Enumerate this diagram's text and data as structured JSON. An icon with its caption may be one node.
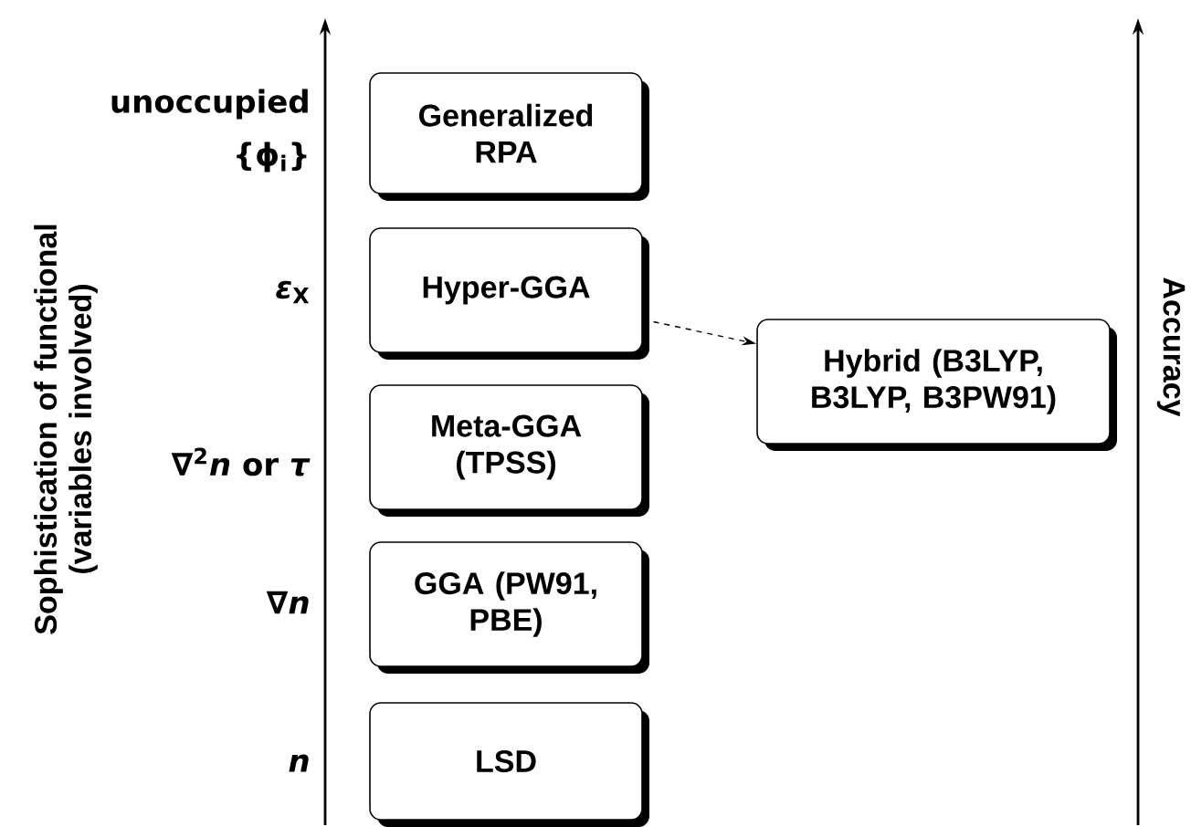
{
  "diagram": {
    "nodes": [
      {
        "text": [
          "Generalized RPA"
        ]
      },
      {
        "text": [
          "Hyper-GGA"
        ]
      },
      {
        "text": [
          "Meta-GGA (TPSS)"
        ]
      },
      {
        "text": [
          "GGA (PW91, PBE)"
        ]
      },
      {
        "text": [
          "LSD"
        ]
      },
      {
        "text": [
          "Hybrid (B3LYP, B3LYP, B3PW91)"
        ]
      }
    ],
    "edges": [
      {
        "from": 1,
        "to": 5,
        "arrow": "to",
        "style": "dashed"
      }
    ],
    "labels": [
      "Sophistication of functional (variables involved)",
      "unoccupied",
      "{ϕ$_{i}$}",
      "*ε*$_{X}$",
      "∇$^{2}$*n* or *τ*",
      "∇*n*",
      "*n*",
      "Accuracy"
    ]
  }
}
